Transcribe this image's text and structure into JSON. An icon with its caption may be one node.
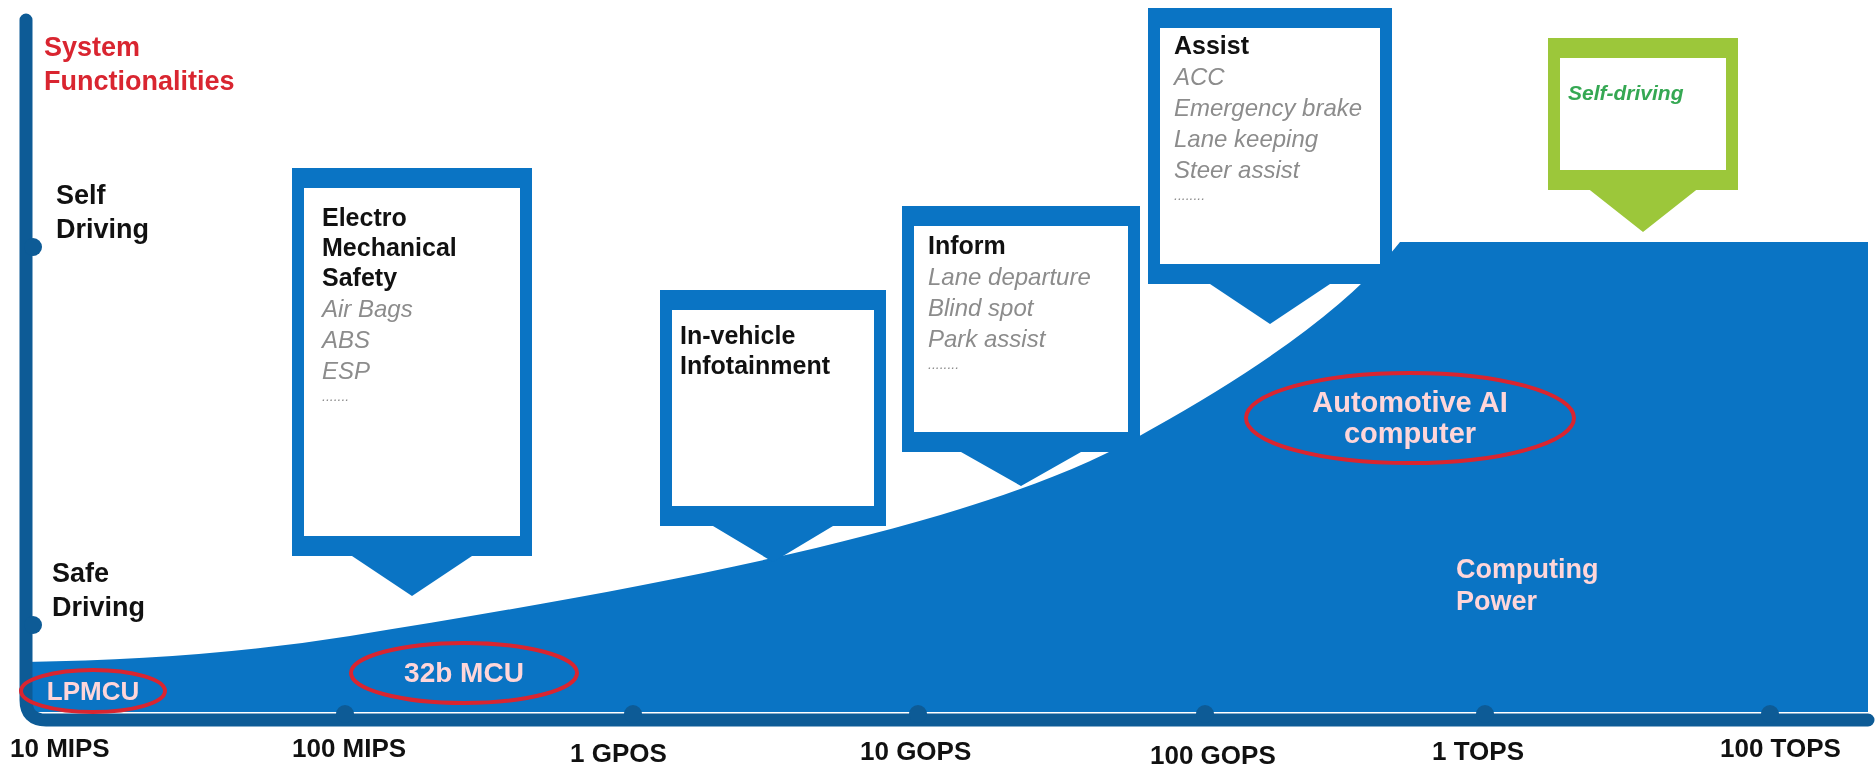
{
  "diagram": {
    "nodes": [
      {
        "text": [
          "Electro Mechanical Safety",
          "Air Bags",
          "ABS",
          "ESP",
          "......."
        ]
      },
      {
        "text": [
          "LPMCU"
        ]
      },
      {
        "text": [
          "32b MCU"
        ]
      },
      {
        "text": [
          "In-vehicle Infotainment"
        ]
      },
      {
        "text": [
          "Inform",
          "Lane departure",
          "Blind spot",
          "Park assist",
          "........"
        ]
      },
      {
        "text": [
          "Assist",
          "ACC",
          "Emergency brake",
          "Lane keeping",
          "Steer assist",
          "........"
        ]
      },
      {
        "text": [
          "Automotive AI computer"
        ]
      },
      {
        "text": [
          "Self-driving"
        ]
      }
    ],
    "labels": [
      "System Functionalities",
      "Self Driving",
      "Safe Driving",
      "Computing Power",
      "10 MIPS",
      "100 MIPS",
      "1 GPOS",
      "10 GOPS",
      "100 GOPS",
      "1 TOPS",
      "100 TOPS"
    ]
  }
}
